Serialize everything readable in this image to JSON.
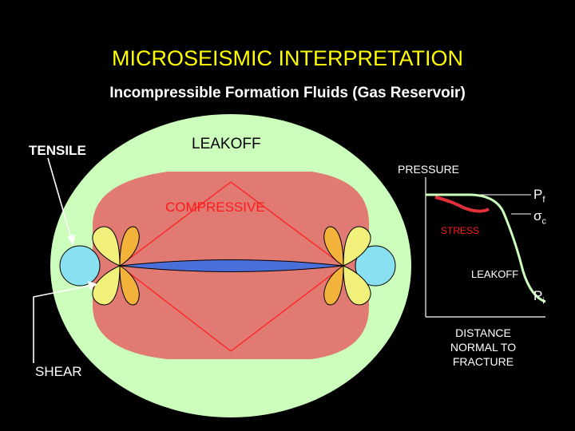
{
  "title": "MICROSEISMIC INTERPRETATION",
  "subtitle": "Incompressible Formation Fluids (Gas Reservoir)",
  "diagram": {
    "tensile_label": "TENSILE",
    "leakoff_label": "LEAKOFF",
    "compressive_label": "COMPRESSIVE",
    "shear_label": "SHEAR"
  },
  "graph": {
    "y_label": "PRESSURE",
    "stress_label": "STRESS",
    "leakoff_label": "LEAKOFF",
    "x_label_line1": "DISTANCE",
    "x_label_line2": "NORMAL TO",
    "x_label_line3": "FRACTURE",
    "pf_symbol": "P",
    "pf_sub": "f",
    "sigma_symbol": "σ",
    "sigma_sub": "c",
    "pi_symbol": "P",
    "pi_sub": "i"
  },
  "colors": {
    "title": "#ffff00",
    "background": "#000000",
    "outer_zone": "#ccffbb",
    "inner_zone": "#e07a72",
    "fracture": "#4a6fd8",
    "tensile_lobe": "#88e0f0",
    "shear_lobe_orange": "#f3b23a",
    "shear_lobe_yellow": "#f0f07a",
    "red_lines": "#ff2020",
    "stress_curve": "#e0303a",
    "pressure_curve": "#ccffbb"
  }
}
